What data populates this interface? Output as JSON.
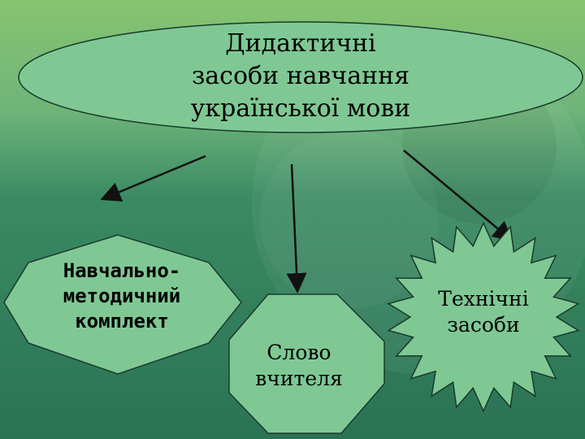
{
  "diagram": {
    "title_lines": [
      "Дидактичні",
      "засоби навчання",
      "української мови"
    ],
    "left_node_lines": [
      "Навчально-",
      "методичний",
      "комплект"
    ],
    "center_node_lines": [
      "Слово",
      "вчителя"
    ],
    "right_node_lines": [
      "Технічні",
      "засоби"
    ]
  },
  "colors": {
    "background_top": "#7fc07e",
    "background_bottom": "#2e7a58",
    "shape_fill": "#7fc894",
    "shape_stroke": "#1a3a2a",
    "arrow": "#111111"
  }
}
